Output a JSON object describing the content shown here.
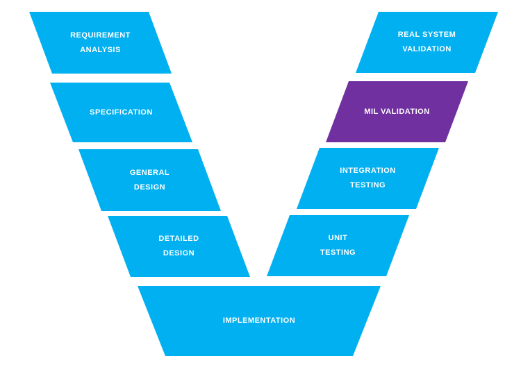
{
  "colors": {
    "process_blue": "#00B0F0",
    "highlight_purple": "#7030A0",
    "label_text": "#FFFFFF",
    "background": "#FFFFFF"
  },
  "v_model": {
    "left_branch": [
      {
        "label": "REQUIREMENT ANALYSIS",
        "lines": [
          "REQUIREMENT",
          "ANALYSIS"
        ]
      },
      {
        "label": "SPECIFICATION",
        "lines": [
          "SPECIFICATION"
        ]
      },
      {
        "label": "GENERAL DESIGN",
        "lines": [
          "GENERAL",
          "DESIGN"
        ]
      },
      {
        "label": "DETAILED DESIGN",
        "lines": [
          "DETAILED",
          "DESIGN"
        ]
      }
    ],
    "right_branch": [
      {
        "label": "REAL SYSTEM VALIDATION",
        "lines": [
          "REAL SYSTEM",
          "VALIDATION"
        ],
        "highlighted": false
      },
      {
        "label": "MIL VALIDATION",
        "lines": [
          "MIL VALIDATION"
        ],
        "highlighted": true
      },
      {
        "label": "INTEGRATION TESTING",
        "lines": [
          "INTEGRATION",
          "TESTING"
        ],
        "highlighted": false
      },
      {
        "label": "UNIT TESTING",
        "lines": [
          "UNIT",
          "TESTING"
        ],
        "highlighted": false
      }
    ],
    "base": {
      "label": "IMPLEMENTATION",
      "lines": [
        "IMPLEMENTATION"
      ]
    }
  }
}
